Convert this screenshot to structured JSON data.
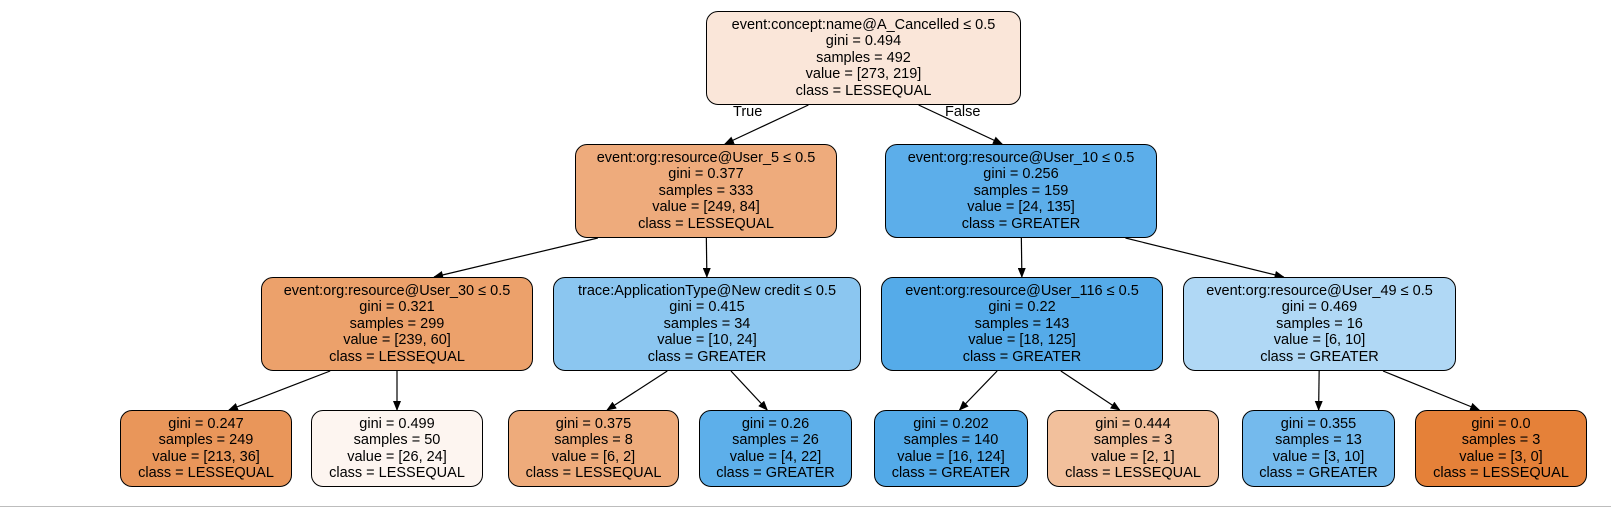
{
  "tree": {
    "edge_labels": {
      "true_label": "True",
      "false_label": "False"
    },
    "nodes": [
      {
        "id": "n0",
        "split": "event:concept:name@A_Cancelled ≤ 0.5",
        "gini": "gini = 0.494",
        "samples": "samples = 492",
        "value": "value = [273, 219]",
        "class": "class = LESSEQUAL",
        "fill": "#fae6d9"
      },
      {
        "id": "n1",
        "split": "event:org:resource@User_5 ≤ 0.5",
        "gini": "gini = 0.377",
        "samples": "samples = 333",
        "value": "value = [249, 84]",
        "class": "class = LESSEQUAL",
        "fill": "#eeab7c"
      },
      {
        "id": "n2",
        "split": "event:org:resource@User_10 ≤ 0.5",
        "gini": "gini = 0.256",
        "samples": "samples = 159",
        "value": "value = [24, 135]",
        "class": "class = GREATER",
        "fill": "#5caeea"
      },
      {
        "id": "n3",
        "split": "event:org:resource@User_30 ≤ 0.5",
        "gini": "gini = 0.321",
        "samples": "samples = 299",
        "value": "value = [239, 60]",
        "class": "class = LESSEQUAL",
        "fill": "#eca16b"
      },
      {
        "id": "n4",
        "split": "trace:ApplicationType@New credit ≤ 0.5",
        "gini": "gini = 0.415",
        "samples": "samples = 34",
        "value": "value = [10, 24]",
        "class": "class = GREATER",
        "fill": "#8bc6f0"
      },
      {
        "id": "n5",
        "split": "event:org:resource@User_116 ≤ 0.5",
        "gini": "gini = 0.22",
        "samples": "samples = 143",
        "value": "value = [18, 125]",
        "class": "class = GREATER",
        "fill": "#55abe9"
      },
      {
        "id": "n6",
        "split": "event:org:resource@User_49 ≤ 0.5",
        "gini": "gini = 0.469",
        "samples": "samples = 16",
        "value": "value = [6, 10]",
        "class": "class = GREATER",
        "fill": "#b0d8f5"
      },
      {
        "id": "n7",
        "gini": "gini = 0.247",
        "samples": "samples = 249",
        "value": "value = [213, 36]",
        "class": "class = LESSEQUAL",
        "fill": "#e9965a"
      },
      {
        "id": "n8",
        "gini": "gini = 0.499",
        "samples": "samples = 50",
        "value": "value = [26, 24]",
        "class": "class = LESSEQUAL",
        "fill": "#fdf5f0"
      },
      {
        "id": "n9",
        "gini": "gini = 0.375",
        "samples": "samples = 8",
        "value": "value = [6, 2]",
        "class": "class = LESSEQUAL",
        "fill": "#eeab7b"
      },
      {
        "id": "n10",
        "gini": "gini = 0.26",
        "samples": "samples = 26",
        "value": "value = [4, 22]",
        "class": "class = GREATER",
        "fill": "#5dafea"
      },
      {
        "id": "n11",
        "gini": "gini = 0.202",
        "samples": "samples = 140",
        "value": "value = [16, 124]",
        "class": "class = GREATER",
        "fill": "#53aae8"
      },
      {
        "id": "n12",
        "gini": "gini = 0.444",
        "samples": "samples = 3",
        "value": "value = [2, 1]",
        "class": "class = LESSEQUAL",
        "fill": "#f2c09c"
      },
      {
        "id": "n13",
        "gini": "gini = 0.355",
        "samples": "samples = 13",
        "value": "value = [3, 10]",
        "class": "class = GREATER",
        "fill": "#74baed"
      },
      {
        "id": "n14",
        "gini": "gini = 0.0",
        "samples": "samples = 3",
        "value": "value = [3, 0]",
        "class": "class = LESSEQUAL",
        "fill": "#e58139"
      }
    ],
    "edges": [
      {
        "from": "n0",
        "to": "n1"
      },
      {
        "from": "n0",
        "to": "n2"
      },
      {
        "from": "n1",
        "to": "n3"
      },
      {
        "from": "n1",
        "to": "n4"
      },
      {
        "from": "n2",
        "to": "n5"
      },
      {
        "from": "n2",
        "to": "n6"
      },
      {
        "from": "n3",
        "to": "n7"
      },
      {
        "from": "n3",
        "to": "n8"
      },
      {
        "from": "n4",
        "to": "n9"
      },
      {
        "from": "n4",
        "to": "n10"
      },
      {
        "from": "n5",
        "to": "n11"
      },
      {
        "from": "n5",
        "to": "n12"
      },
      {
        "from": "n6",
        "to": "n13"
      },
      {
        "from": "n6",
        "to": "n14"
      }
    ]
  }
}
